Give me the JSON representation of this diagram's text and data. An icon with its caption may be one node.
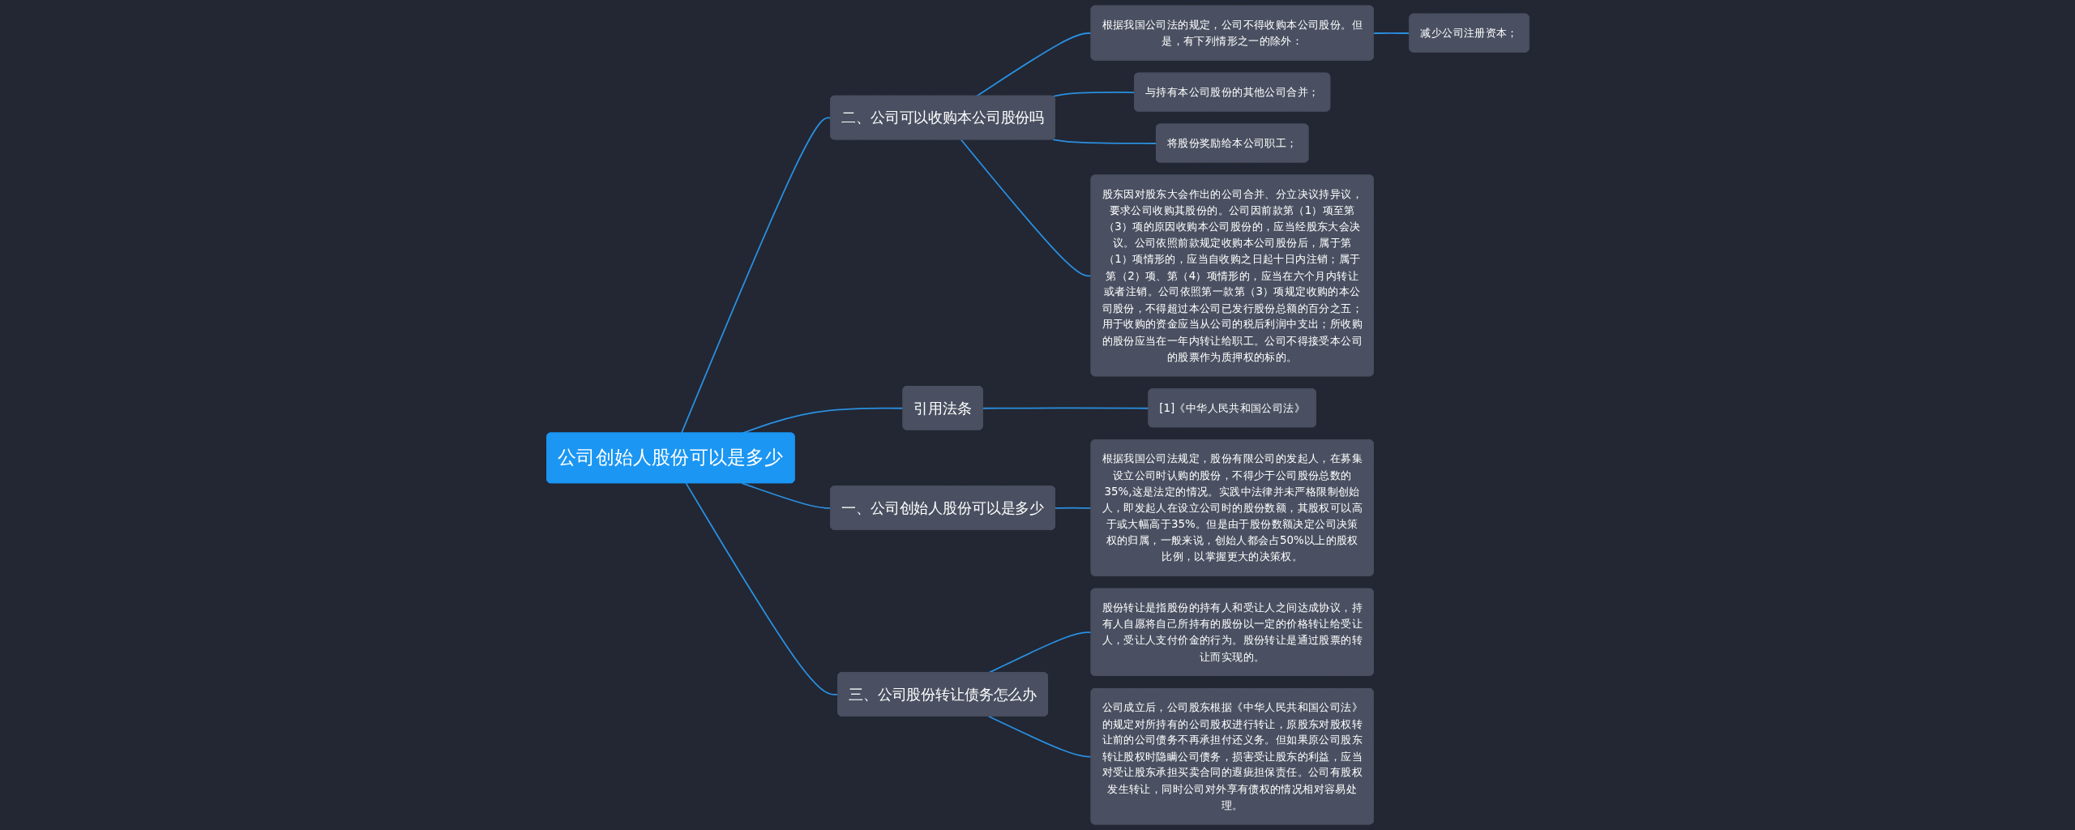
{
  "diagram": {
    "nodes": [
      {
        "text": [
          "公司创始人股份可以是多少"
        ]
      },
      {
        "text": [
          "二、公司可以收购本公司股份吗"
        ]
      },
      {
        "text": [
          "根据我国公司法的规定，公司不得收购本公司股份。但是，有下列情形之一的除外："
        ]
      },
      {
        "text": [
          "减少公司注册资本；"
        ]
      },
      {
        "text": [
          "与持有本公司股份的其他公司合并；"
        ]
      },
      {
        "text": [
          "将股份奖励给本公司职工；"
        ]
      },
      {
        "text": [
          "股东因对股东大会作出的公司合并、分立决议持异议，要求公司收购其股份的。公司因前款第（1）项至第（3）项的原因收购本公司股份的，应当经股东大会决议。公司依照前款规定收购本公司股份后，属于第（1）项情形的，应当自收购之日起十日内注销；属于第（2）项、第（4）项情形的，应当在六个月内转让或者注销。公司依照第一款第（3）项规定收购的本公司股份，不得超过本公司已发行股份总额的百分之五；用于收购的资金应当从公司的税后利润中支出；所收购的股份应当在一年内转让给职工。公司不得接受本公司的股票作为质押权的标的。"
        ]
      },
      {
        "text": [
          "引用法条"
        ]
      },
      {
        "text": [
          "[1]《中华人民共和国公司法》"
        ]
      },
      {
        "text": [
          "一、公司创始人股份可以是多少"
        ]
      },
      {
        "text": [
          "根据我国公司法规定，股份有限公司的发起人，在募集设立公司时认购的股份，不得少于公司股份总数的35%,这是法定的情况。实践中法律并未严格限制创始人，即发起人在设立公司时的股份数额，其股权可以高于或大幅高于35%。但是由于股份数额决定公司决策权的归属，一般来说，创始人都会占50%以上的股权比例，以掌握更大的决策权。"
        ]
      },
      {
        "text": [
          "三、公司股份转让债务怎么办"
        ]
      },
      {
        "text": [
          "股份转让是指股份的持有人和受让人之间达成协议，持有人自愿将自己所持有的股份以一定的价格转让给受让人，受让人支付价金的行为。股份转让是通过股票的转让而实现的。"
        ]
      },
      {
        "text": [
          "公司成立后，公司股东根据《中华人民共和国公司法》的规定对所持有的公司股权进行转让，原股东对股权转让前的公司债务不再承担付还义务。但如果原公司股东转让股权时隐瞒公司债务，损害受让股东的利益，应当对受让股东承担买卖合同的遐疵担保责任。公司有股权发生转让，同时公司对外享有债权的情况相对容易处理。"
        ]
      }
    ],
    "edges": [
      {
        "from": 0,
        "to": 1,
        "arrow": "none"
      },
      {
        "from": 1,
        "to": 2,
        "arrow": "none"
      },
      {
        "from": 2,
        "to": 3,
        "arrow": "none"
      },
      {
        "from": 1,
        "to": 4,
        "arrow": "none"
      },
      {
        "from": 1,
        "to": 5,
        "arrow": "none"
      },
      {
        "from": 1,
        "to": 6,
        "arrow": "none"
      },
      {
        "from": 0,
        "to": 7,
        "arrow": "none"
      },
      {
        "from": 7,
        "to": 8,
        "arrow": "none"
      },
      {
        "from": 0,
        "to": 9,
        "arrow": "none"
      },
      {
        "from": 9,
        "to": 10,
        "arrow": "none"
      },
      {
        "from": 0,
        "to": 11,
        "arrow": "none"
      },
      {
        "from": 11,
        "to": 12,
        "arrow": "none"
      },
      {
        "from": 11,
        "to": 13,
        "arrow": "none"
      }
    ]
  }
}
